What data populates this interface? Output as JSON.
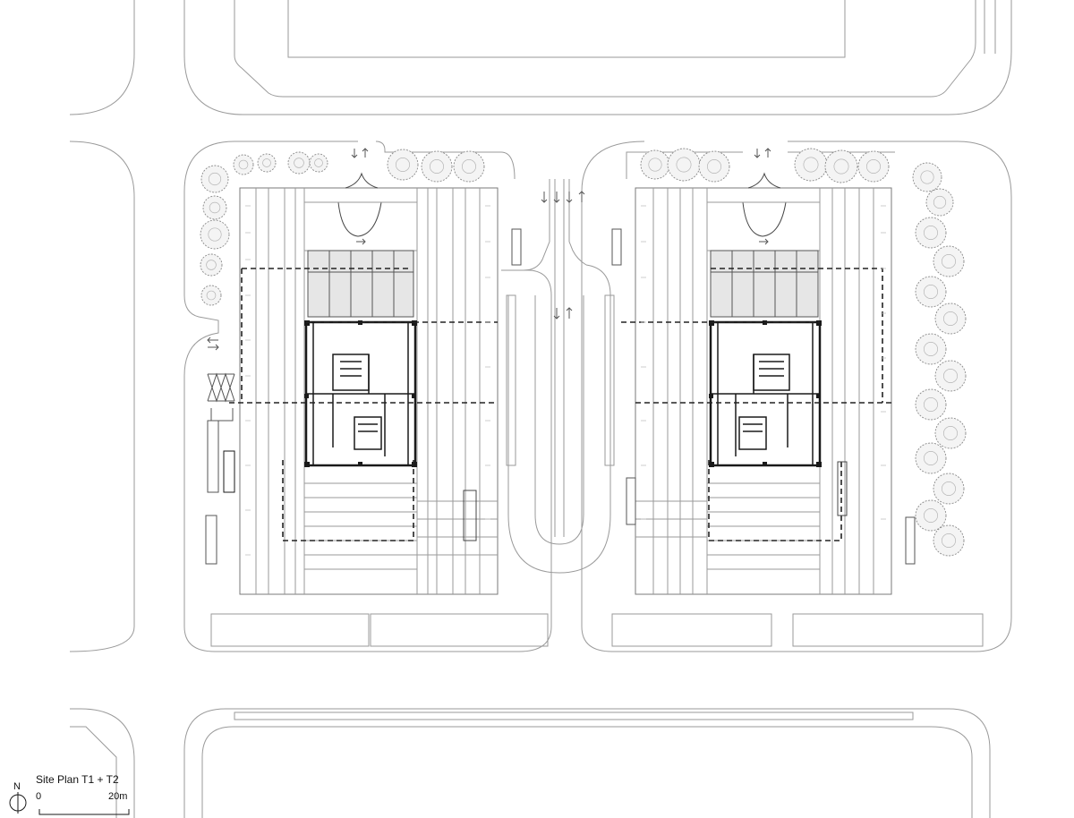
{
  "plan": {
    "title": "Site Plan  T1 + T2",
    "north_label": "N",
    "scale": {
      "start": "0",
      "end": "20m"
    }
  },
  "colors": {
    "line": "#9a9a9a",
    "dark_line": "#1a1a1a",
    "dash": "#222222",
    "glass_fill": "#e6e6e6",
    "tree_fill": "#f4f4f4"
  },
  "buildings": [
    {
      "id": "T1",
      "side": "left"
    },
    {
      "id": "T2",
      "side": "right"
    }
  ]
}
